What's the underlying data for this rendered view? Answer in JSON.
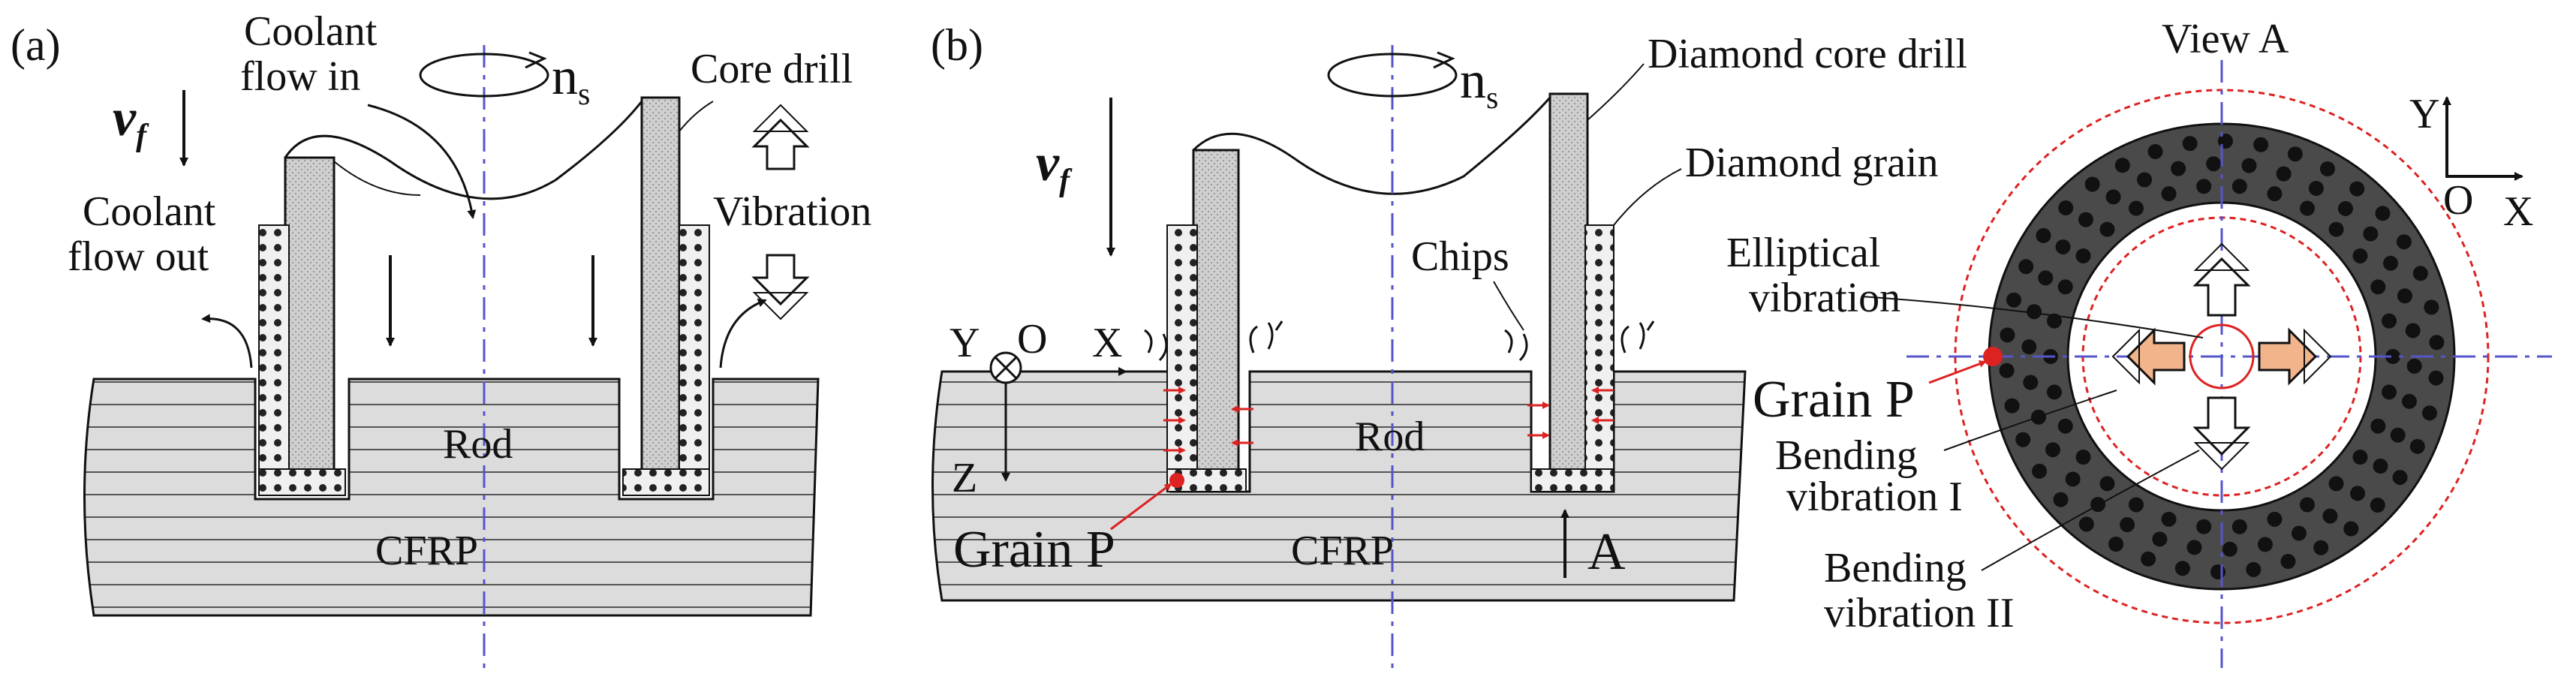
{
  "panel_a": {
    "tag": "(a)",
    "vf": "v",
    "vf_sub": "f",
    "ns": "n",
    "ns_sub": "s",
    "coolant_in_1": "Coolant",
    "coolant_in_2": "flow in",
    "coolant_out_1": "Coolant",
    "coolant_out_2": "flow out",
    "core_drill": "Core drill",
    "vibration": "Vibration",
    "rod": "Rod",
    "cfrp": "CFRP"
  },
  "panel_b": {
    "tag": "(b)",
    "vf": "v",
    "vf_sub": "f",
    "ns": "n",
    "ns_sub": "s",
    "diamond_core_drill": "Diamond core drill",
    "diamond_grain": "Diamond grain",
    "chips": "Chips",
    "elliptical_1": "Elliptical",
    "elliptical_2": "vibration",
    "axis_y": "Y",
    "axis_o": "O",
    "axis_x": "X",
    "axis_z": "Z",
    "rod": "Rod",
    "grain_p": "Grain P",
    "cfrp": "CFRP",
    "view_arrow": "A"
  },
  "view_a": {
    "title": "View A",
    "axis_y": "Y",
    "axis_o": "O",
    "axis_x": "X",
    "grain_p": "Grain P",
    "bending_1_a": "Bending",
    "bending_1_b": "vibration I",
    "bending_2_a": "Bending",
    "bending_2_b": "vibration II"
  },
  "colors": {
    "workpiece_fill": "#d9d9d9",
    "drill_fill": "#c8c8c8",
    "grain_ring": "#555555",
    "axis_line": "#5555cc",
    "vibration_circle": "#dd2222",
    "arrow_orange": "#f2b48a"
  }
}
